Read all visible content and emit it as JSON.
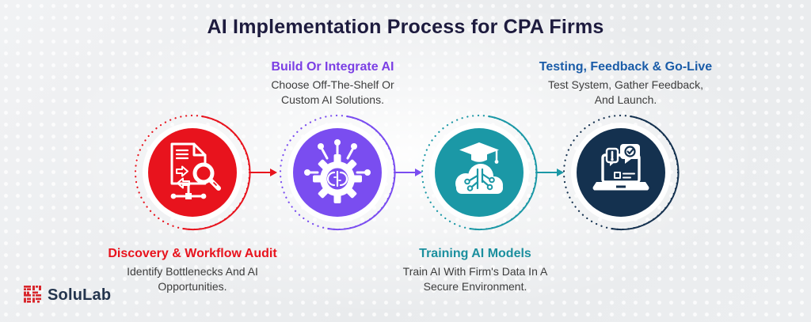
{
  "title": "AI Implementation Process for CPA Firms",
  "steps": [
    {
      "heading": "Discovery & Workflow Audit",
      "body_lines": [
        "Identify Bottlenecks And AI",
        "Opportunities."
      ],
      "accent": "#e8131d",
      "heading_color": "#e8131d",
      "icon": "document-search-audit-icon",
      "label_position": "below"
    },
    {
      "heading": "Build Or Integrate AI",
      "body_lines": [
        "Choose Off-The-Shelf Or",
        "Custom AI Solutions."
      ],
      "accent": "#7a4df0",
      "heading_color": "#7b3fe4",
      "icon": "ai-gear-network-icon",
      "label_position": "above"
    },
    {
      "heading": "Training AI Models",
      "body_lines": [
        "Train AI With Firm's Data In A",
        "Secure Environment."
      ],
      "accent": "#1b98a6",
      "heading_color": "#1b8f9e",
      "icon": "cloud-circuit-graduation-icon",
      "label_position": "below"
    },
    {
      "heading": "Testing, Feedback & Go-Live",
      "body_lines": [
        "Test System, Gather Feedback,",
        "And Launch."
      ],
      "accent": "#14314f",
      "heading_color": "#1a5ca8",
      "icon": "laptop-feedback-icon",
      "label_position": "above"
    }
  ],
  "logo": {
    "text": "SoluLab",
    "mark_icon": "solulab-pixel-mark-icon",
    "mark_color": "#d8262c"
  },
  "colors": {
    "title": "#1d1b3e",
    "body_text": "#3d3d3d",
    "background": "#eceef0"
  }
}
